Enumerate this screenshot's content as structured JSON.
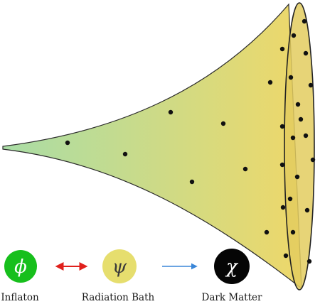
{
  "nodes": [
    {
      "id": "inflaton",
      "symbol": "ϕ",
      "label": "Inflaton",
      "fill": "#17bf1c",
      "symbol_color": "#ffffff"
    },
    {
      "id": "radiation",
      "symbol": "ψ",
      "label": "Radiation Bath",
      "fill": "#e6de6e",
      "symbol_color": "#3a3a3a"
    },
    {
      "id": "dark-matter",
      "symbol": "χ",
      "label": "Dark Matter",
      "fill": "#050505",
      "symbol_color": "#ffffff"
    }
  ],
  "arrows": [
    {
      "from": "inflaton",
      "to": "radiation",
      "style": "double-headed",
      "color": "#e0201c"
    },
    {
      "from": "radiation",
      "to": "dark-matter",
      "style": "single-headed",
      "color": "#3a86d8"
    }
  ],
  "cone": {
    "gradient_start": "#a9dda6",
    "gradient_end": "#eed86a",
    "cap_fill": "#e3cc5f",
    "particle_color": "#111111"
  }
}
